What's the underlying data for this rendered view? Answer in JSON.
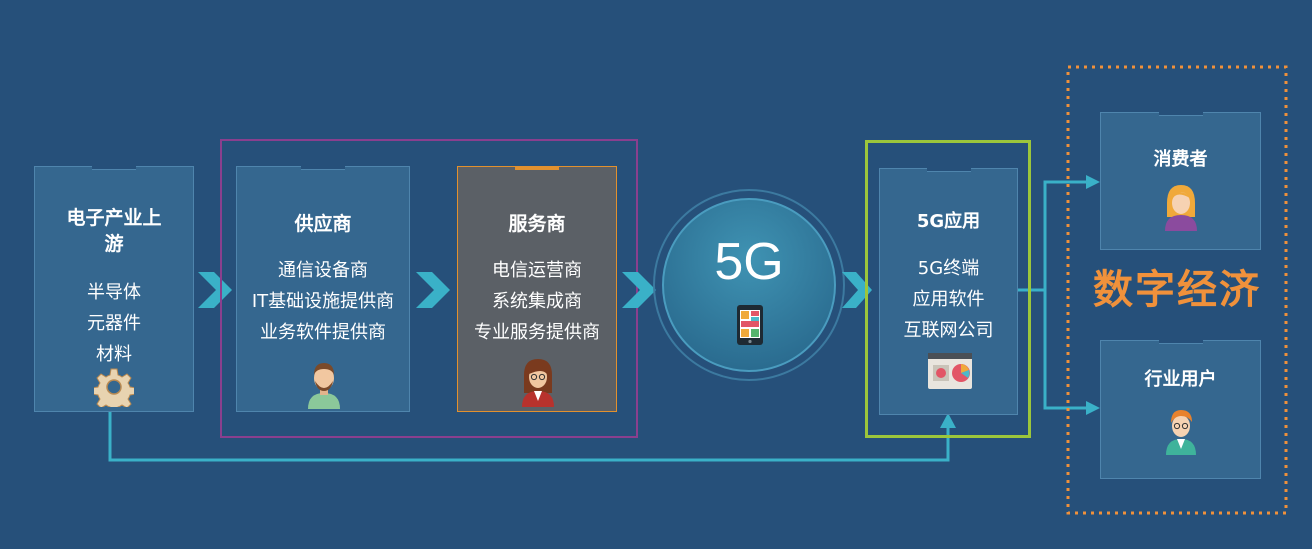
{
  "upstream": {
    "title_line1": "电子产业上",
    "title_line2": "游",
    "items": [
      "半导体",
      "元器件",
      "材料"
    ],
    "icon": "gear-icon"
  },
  "supplier": {
    "title": "供应商",
    "items": [
      "通信设备商",
      "IT基础设施提供商",
      "业务软件提供商"
    ],
    "icon": "man-avatar-icon"
  },
  "service": {
    "title": "服务商",
    "items": [
      "电信运营商",
      "系统集成商",
      "专业服务提供商"
    ],
    "icon": "woman-avatar-icon"
  },
  "center": {
    "label": "5G",
    "icon": "tablet-icon"
  },
  "app": {
    "title": "5G应用",
    "items": [
      "5G终端",
      "应用软件",
      "互联网公司"
    ],
    "icon": "dashboard-icon"
  },
  "digital_economy": {
    "title": "数字经济",
    "consumer": {
      "title": "消费者",
      "icon": "female-user-icon"
    },
    "industry": {
      "title": "行业用户",
      "icon": "male-user-icon"
    }
  },
  "colors": {
    "background": "#26507a",
    "card": "#35678f",
    "service_card": "#5b6066",
    "accent_cyan": "#3ab1c8",
    "purple_frame": "#8a3f8e",
    "green_frame": "#9cc63b",
    "orange": "#f0913b"
  }
}
